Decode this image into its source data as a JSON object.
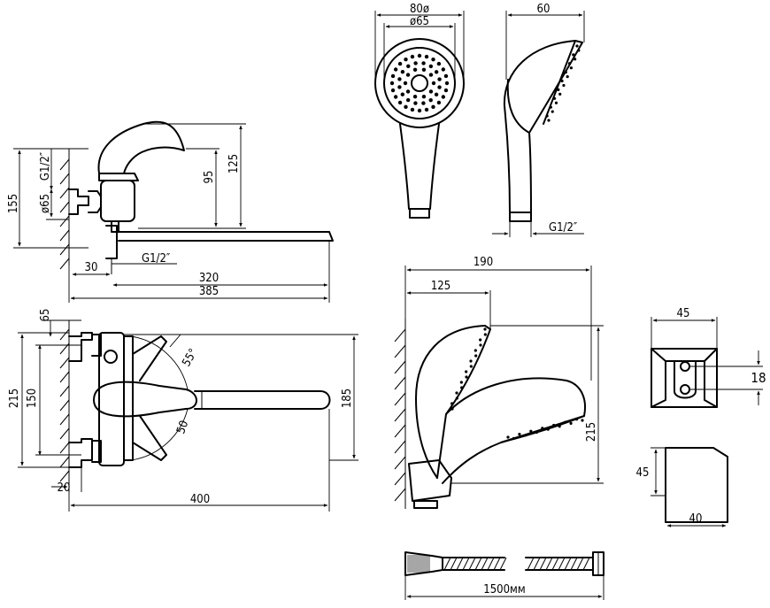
{
  "labels": {
    "d155": "155",
    "dG12_side": "G1/2″",
    "dD65_side": "ø65",
    "d125": "125",
    "d95": "95",
    "d30": "30",
    "dG12_spout": "G1/2″",
    "d320": "320",
    "d385": "385",
    "d80": "80ø",
    "dD65_head": "ø65",
    "d60": "60",
    "dG12_handle": "G1/2″",
    "d190": "190",
    "d125b": "125",
    "d215b": "215",
    "d65": "65",
    "d215": "215",
    "d150": "150",
    "d20": "20",
    "d55": "55°",
    "d50": "50",
    "d185": "185",
    "d400": "400",
    "d45a": "45",
    "d18": "18",
    "d45b": "45",
    "d40": "40",
    "d1500": "1500мм"
  }
}
